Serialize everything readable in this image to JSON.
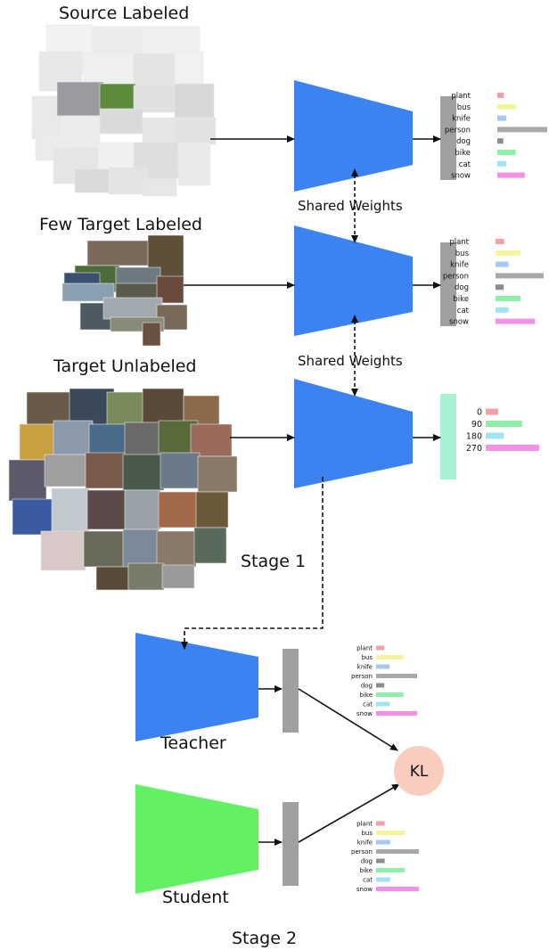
{
  "inputs": {
    "source_labeled": "Source Labeled",
    "few_target_labeled": "Few Target Labeled",
    "target_unlabeled": "Target Unlabeled"
  },
  "shared_weights": [
    "Shared Weights",
    "Shared Weights"
  ],
  "stage1_label": "Stage 1",
  "stage2_label": "Stage 2",
  "teacher_label": "Teacher",
  "student_label": "Student",
  "kl_label": "KL",
  "class_labels": [
    "plant",
    "bus",
    "knife",
    "person",
    "dog",
    "bike",
    "cat",
    "snow"
  ],
  "class_colors": [
    "#f4a0a8",
    "#f4f49a",
    "#a8c8f4",
    "#a8a8a8",
    "#8c8c8c",
    "#8ef0a8",
    "#a0e4f4",
    "#f490e8"
  ],
  "rotation_labels": [
    "0",
    "90",
    "180",
    "270"
  ],
  "rotation_colors": [
    "#f4a0a8",
    "#8ef0a8",
    "#a0e4f4",
    "#f490e8"
  ],
  "colors": {
    "network_blue": "#3c82f0",
    "student_green": "#64f064",
    "feature_gray": "#a0a0a0",
    "rotation_head": "#aaf0d2",
    "kl_circle": "#f8cdbe"
  },
  "chart_data": [
    {
      "type": "bar",
      "name": "source-classifier",
      "categories": [
        "plant",
        "bus",
        "knife",
        "person",
        "dog",
        "bike",
        "cat",
        "snow"
      ],
      "values": [
        0.13,
        0.37,
        0.18,
        1.0,
        0.12,
        0.37,
        0.18,
        0.55
      ]
    },
    {
      "type": "bar",
      "name": "few-target-classifier",
      "categories": [
        "plant",
        "bus",
        "knife",
        "person",
        "dog",
        "bike",
        "cat",
        "snow"
      ],
      "values": [
        0.18,
        0.52,
        0.27,
        1.0,
        0.17,
        0.52,
        0.27,
        0.82
      ]
    },
    {
      "type": "bar",
      "name": "rotation-classifier",
      "categories": [
        "0",
        "90",
        "180",
        "270"
      ],
      "values": [
        0.23,
        0.68,
        0.34,
        1.0
      ]
    },
    {
      "type": "bar",
      "name": "teacher-output",
      "categories": [
        "plant",
        "bus",
        "knife",
        "person",
        "dog",
        "bike",
        "cat",
        "snow"
      ],
      "values": [
        0.2,
        0.67,
        0.33,
        1.0,
        0.2,
        0.67,
        0.33,
        1.0
      ]
    },
    {
      "type": "bar",
      "name": "student-output",
      "categories": [
        "plant",
        "bus",
        "knife",
        "person",
        "dog",
        "bike",
        "cat",
        "snow"
      ],
      "values": [
        0.2,
        0.67,
        0.33,
        1.0,
        0.2,
        0.67,
        0.33,
        1.0
      ]
    }
  ]
}
